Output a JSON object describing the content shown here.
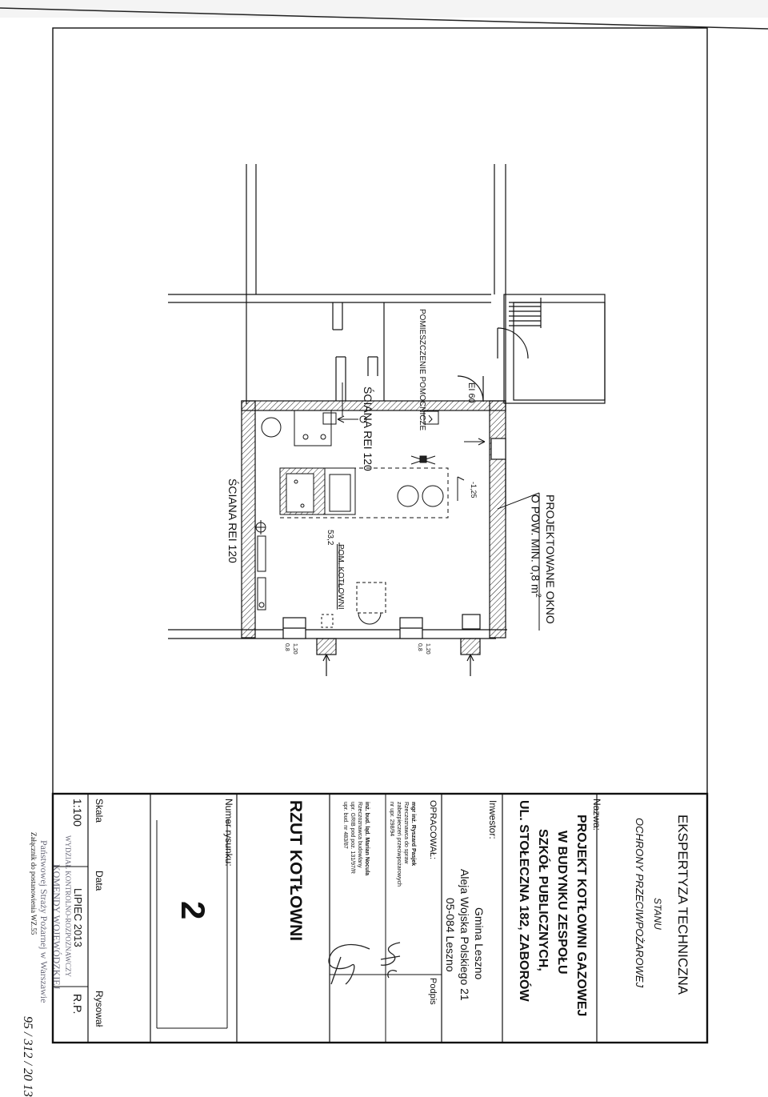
{
  "title_block": {
    "heading": "EKSPERTYZA TECHNICZNA",
    "heading_sub1": "STANU",
    "heading_sub2": "OCHRONY PRZECIWPOŻAROWEJ",
    "nazwa_label": "Nazwa:",
    "project_lines": [
      "PROJEKT KOTŁOWNI GAZOWEJ",
      "W BUDYNKU ZESPOŁU",
      "SZKÓŁ PUBLICZNYCH,",
      "UL. STOŁECZNA 182, ZABORÓW"
    ],
    "inwestor_label": "Inwestor:",
    "inwestor_lines": [
      "Gmina Leszno",
      "Aleja Wojska Polskiego 21",
      "05-084 Leszno"
    ],
    "opracowal_label": "OPRACOWAŁ:",
    "podpis_label": "Podpis",
    "author1_lines": [
      "mgr inż. Ryszard Pasjek",
      "Rzeczoznawca do spraw",
      "zabezpieczeń przeciwpożarowych",
      "nr upr. 298/94"
    ],
    "author2_lines": [
      "inż. bud. ląd. Marian Nocula",
      "Rzeczoznawca budowlany",
      "upr. GRIB pod poz. 131/97/R",
      "upr. bud. nr 483/87"
    ],
    "drawing_title": "RZUT KOTŁOWNI",
    "numer_label": "Numer rysunku:",
    "numer_value": "2",
    "skala_label": "Skala",
    "skala_value": "1:100",
    "data_label": "Data",
    "data_value": "LIPIEC 2013",
    "rysowal_label": "Rysował",
    "rysowal_value": "R.P."
  },
  "plan_labels": {
    "window_note_line1": "PROJEKTOWANE OKNO",
    "window_note_line2": "O POW. MIN. 0,8 m",
    "window_note_sup": "2",
    "wall_rei_top": "ŚCIANA REI 120",
    "wall_rei_left": "ŚCIANA REI 120",
    "aux_room": "POMIESZCZENIE POMOCNICZE",
    "door_rating": "EI 60",
    "boiler_room": "POM. KOTŁOWNI",
    "area": "53,2",
    "level": "-1,25",
    "win_dims_a": "1,20",
    "win_dims_b": "0,8"
  },
  "stamp": {
    "lines": [
      "WYDZIAŁ KONTROLNO-ROZPOZNAWCZY",
      "KOMENDY WOJEWÓDZKIEJ",
      "Państwowej Straży Pożarnej w Warszawie"
    ],
    "annex": "Załącznik do postanowienia WZ.55",
    "annex_number": "95 / 312 / 20 13"
  },
  "colors": {
    "ink": "#111111",
    "stamp": "#6a6a7a"
  }
}
